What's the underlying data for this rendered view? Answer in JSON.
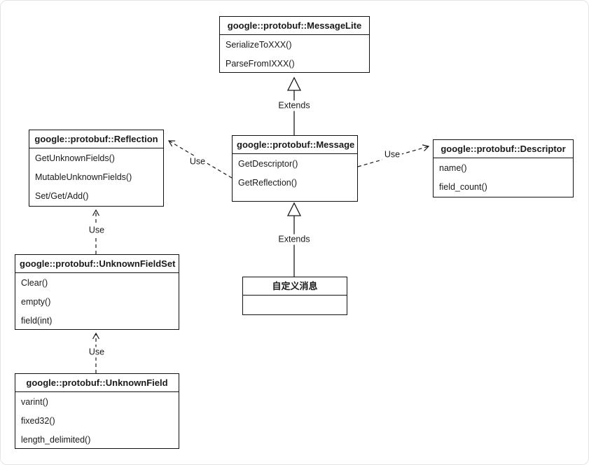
{
  "diagram": {
    "title": "protobuf-uml-class-diagram",
    "colors": {
      "line": "#1a1a1a",
      "text": "#1a1a1a",
      "background": "#ffffff",
      "page_border": "#e4e4e4"
    },
    "classes": [
      {
        "id": "messagelite",
        "title": "google::protobuf::MessageLite",
        "methods": [
          "SerializeToXXX()",
          "ParseFromIXXX()"
        ]
      },
      {
        "id": "reflection",
        "title": "google::protobuf::Reflection",
        "methods": [
          "GetUnknownFields()",
          "MutableUnknownFields()",
          "Set/Get/Add()"
        ]
      },
      {
        "id": "message",
        "title": "google::protobuf::Message",
        "methods": [
          "GetDescriptor()",
          "GetReflection()"
        ]
      },
      {
        "id": "descriptor",
        "title": "google::protobuf::Descriptor",
        "methods": [
          "name()",
          "field_count()"
        ]
      },
      {
        "id": "unknownfieldset",
        "title": "google::protobuf::UnknownFieldSet",
        "methods": [
          "Clear()",
          "empty()",
          "field(int)"
        ]
      },
      {
        "id": "custom-message",
        "title": "自定义消息",
        "methods": []
      },
      {
        "id": "unknownfield",
        "title": "google::protobuf::UnknownField",
        "methods": [
          "varint()",
          "fixed32()",
          "length_delimited()"
        ]
      }
    ],
    "edges": [
      {
        "from": "message",
        "to": "messagelite",
        "type": "extends",
        "label": "Extends"
      },
      {
        "from": "custom-message",
        "to": "message",
        "type": "extends",
        "label": "Extends"
      },
      {
        "from": "message",
        "to": "reflection",
        "type": "use",
        "label": "Use"
      },
      {
        "from": "message",
        "to": "descriptor",
        "type": "use",
        "label": "Use"
      },
      {
        "from": "unknownfieldset",
        "to": "reflection",
        "type": "use",
        "label": "Use"
      },
      {
        "from": "unknownfield",
        "to": "unknownfieldset",
        "type": "use",
        "label": "Use"
      }
    ]
  }
}
